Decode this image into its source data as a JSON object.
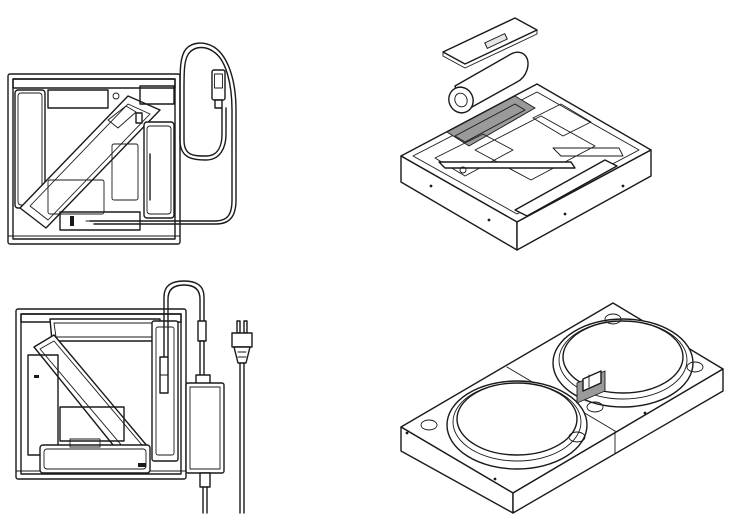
{
  "figure": {
    "panels": [
      {
        "id": "panel-1",
        "icon": "storage-tray-usb-cable-top-view"
      },
      {
        "id": "panel-2",
        "icon": "storage-tray-battery-lid-isometric"
      },
      {
        "id": "panel-3",
        "icon": "storage-tray-power-adapter-top-view"
      },
      {
        "id": "panel-4",
        "icon": "dual-pad-base-isometric"
      }
    ]
  }
}
